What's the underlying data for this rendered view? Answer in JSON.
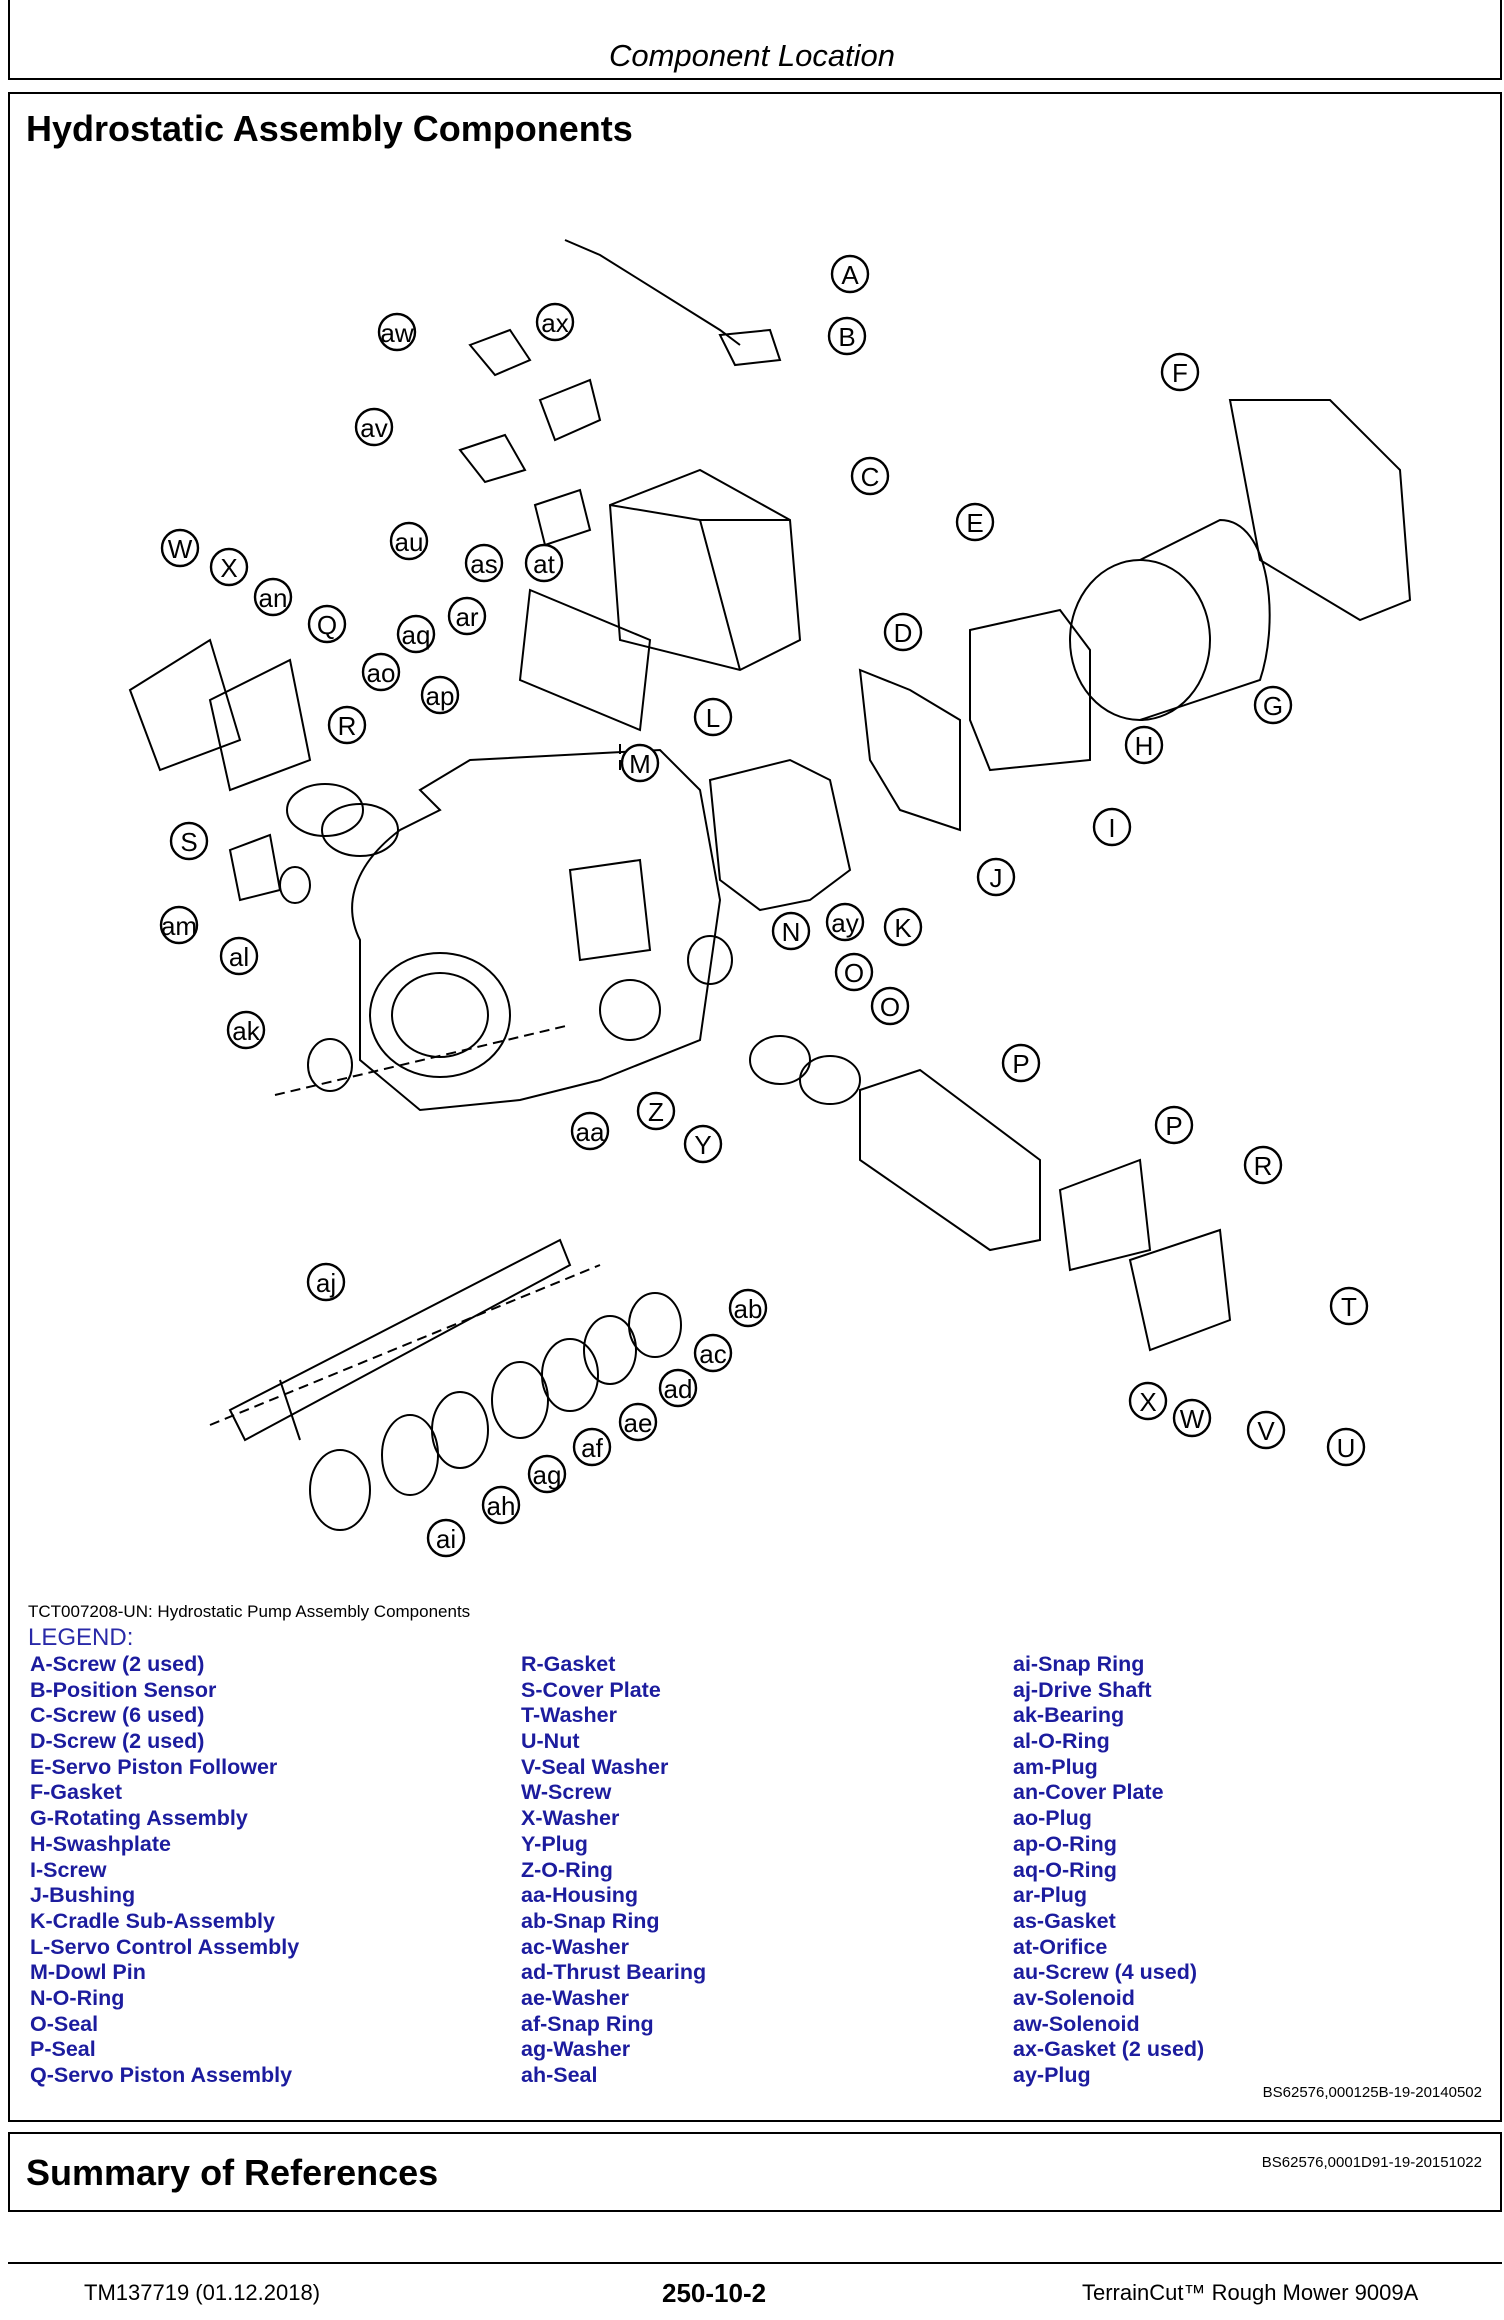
{
  "header": {
    "title": "Component Location"
  },
  "section": {
    "title": "Hydrostatic Assembly Components"
  },
  "figure": {
    "callouts": [
      "A",
      "B",
      "C",
      "D",
      "E",
      "F",
      "G",
      "H",
      "I",
      "J",
      "K",
      "L",
      "M",
      "N",
      "O",
      "O",
      "P",
      "P",
      "Q",
      "R",
      "R",
      "S",
      "T",
      "U",
      "V",
      "W",
      "W",
      "X",
      "X",
      "Y",
      "Z",
      "aa",
      "ab",
      "ac",
      "ad",
      "ae",
      "af",
      "ag",
      "ah",
      "ai",
      "aj",
      "ak",
      "al",
      "am",
      "an",
      "ao",
      "ap",
      "aq",
      "ar",
      "as",
      "at",
      "au",
      "av",
      "aw",
      "ax",
      "ay"
    ]
  },
  "caption": "TCT007208-UN: Hydrostatic Pump Assembly Components",
  "legend": {
    "title": "LEGEND:",
    "col1": [
      "A-Screw (2 used)",
      "B-Position Sensor",
      "C-Screw (6 used)",
      "D-Screw (2 used)",
      "E-Servo Piston Follower",
      "F-Gasket",
      "G-Rotating Assembly",
      "H-Swashplate",
      "I-Screw",
      "J-Bushing",
      "K-Cradle Sub-Assembly",
      "L-Servo Control Assembly",
      "M-Dowl Pin",
      "N-O-Ring",
      "O-Seal",
      "P-Seal",
      "Q-Servo Piston Assembly"
    ],
    "col2": [
      "R-Gasket",
      "S-Cover Plate",
      "T-Washer",
      "U-Nut",
      "V-Seal Washer",
      "W-Screw",
      "X-Washer",
      "Y-Plug",
      "Z-O-Ring",
      "aa-Housing",
      "ab-Snap Ring",
      "ac-Washer",
      "ad-Thrust Bearing",
      "ae-Washer",
      "af-Snap Ring",
      "ag-Washer",
      "ah-Seal"
    ],
    "col3": [
      "ai-Snap Ring",
      "aj-Drive Shaft",
      "ak-Bearing",
      "al-O-Ring",
      "am-Plug",
      "an-Cover Plate",
      "ao-Plug",
      "ap-O-Ring",
      "aq-O-Ring",
      "ar-Plug",
      "as-Gasket",
      "at-Orifice",
      "au-Screw (4 used)",
      "av-Solenoid",
      "aw-Solenoid",
      "ax-Gasket (2 used)",
      "ay-Plug"
    ]
  },
  "refs": {
    "section_ref": "BS62576,000125B-19-20140502",
    "summary_ref": "BS62576,0001D91-19-20151022"
  },
  "summary": {
    "title": "Summary of References"
  },
  "footer": {
    "doc": "TM137719 (01.12.2018)",
    "page": "250-10-2",
    "product": "TerrainCut™ Rough Mower 9009A"
  }
}
